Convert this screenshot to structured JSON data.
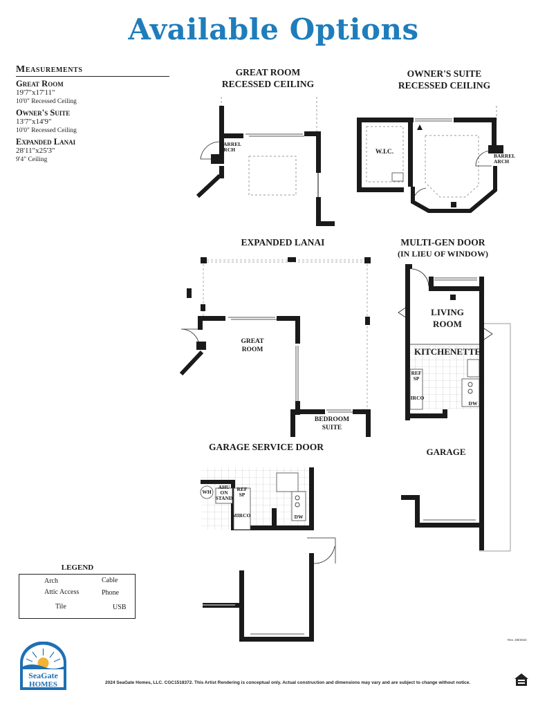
{
  "title": "Available Options",
  "measurements": {
    "heading": "Measurements",
    "items": [
      {
        "name": "Great Room",
        "dims": "19'7\"x17'11\"",
        "note": "10'0\" Recessed Ceiling"
      },
      {
        "name": "Owner's Suite",
        "dims": "13'7\"x14'9\"",
        "note": "10'0\" Recessed Ceiling"
      },
      {
        "name": "Expanded Lanai",
        "dims": "28'11\"x25'3\"",
        "note": "9'4\" Ceiling"
      }
    ]
  },
  "options": {
    "great_room_ceiling": {
      "line1": "GREAT ROOM",
      "line2": "RECESSED CEILING",
      "arch": "BARREL ARCH"
    },
    "owners_suite_ceiling": {
      "line1": "OWNER'S SUITE",
      "line2": "RECESSED CEILING",
      "wic": "W.I.C.",
      "arch": "BARREL ARCH"
    },
    "expanded_lanai": {
      "heading": "EXPANDED LANAI",
      "great_room": "GREAT ROOM",
      "bedroom_suite": "BEDROOM SUITE"
    },
    "multi_gen_door": {
      "line1": "MULTI-GEN DOOR",
      "line2": "(IN LIEU OF WINDOW)",
      "living_room": "LIVING ROOM",
      "kitchenette": "KITCHENETTE",
      "ref_sp": "REF SP",
      "mirco": "MIRCO",
      "dw": "DW",
      "garage": "GARAGE"
    },
    "garage_service_door": {
      "heading": "GARAGE SERVICE DOOR",
      "wh": "WH",
      "ahu": "AHU ON STAND",
      "ref_sp": "REF SP",
      "mirco": "MIRCO",
      "dw": "DW"
    }
  },
  "legend": {
    "title": "LEGEND",
    "arch": "Arch",
    "attic": "Attic Access",
    "tile": "Tile",
    "cable": "Cable",
    "phone": "Phone",
    "usb": "USB"
  },
  "logo": {
    "line1": "SeaGate",
    "line2": "HOMES"
  },
  "footer": "2024 SeaGate Homes, LLC. CGC1518372.  This Artist Rendering is conceptual only. Actual construction and dimensions may vary and are subject to change without notice.",
  "revision": "Rev. 3/8/2024",
  "colors": {
    "title": "#1f7dbb",
    "wall": "#1a1a1a",
    "logo_blue": "#1f6fb3",
    "logo_sun": "#f2b233"
  }
}
